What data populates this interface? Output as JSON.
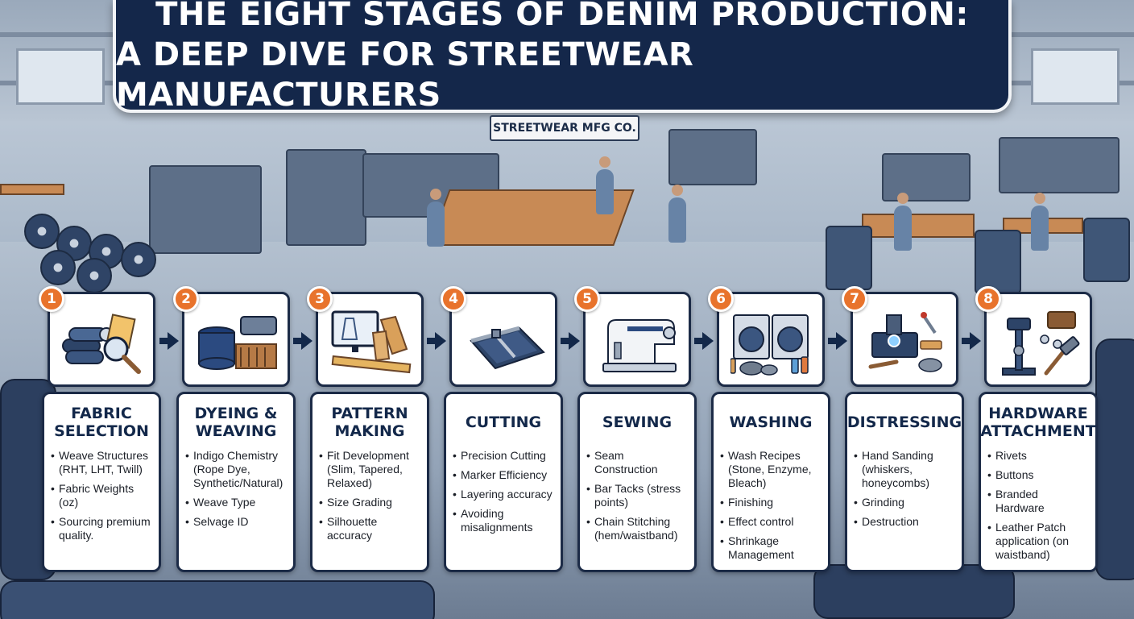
{
  "title": {
    "line1": "The Eight Stages of Denim Production:",
    "line2": "A Deep Dive for Streetwear Manufacturers"
  },
  "company_sign": "STREETWEAR MFG CO.",
  "accent_color": "#e8732c",
  "navy_color": "#13284a",
  "stages": [
    {
      "number": "1",
      "title": "Fabric Selection",
      "icon": "fabric-rolls-magnifier-icon",
      "bullets": [
        "Weave Structures (RHT, LHT, Twill)",
        "Fabric Weights (oz)",
        "Sourcing premium quality."
      ]
    },
    {
      "number": "2",
      "title": "Dyeing & Weaving",
      "icon": "dye-vat-loom-icon",
      "bullets": [
        "Indigo Chemistry (Rope Dye, Synthetic/Natural)",
        "Weave Type",
        "Selvage ID"
      ]
    },
    {
      "number": "3",
      "title": "Pattern Making",
      "icon": "monitor-pattern-icon",
      "bullets": [
        "Fit Development (Slim, Tapered, Relaxed)",
        "Size Grading",
        "Silhouette accuracy"
      ]
    },
    {
      "number": "4",
      "title": "Cutting",
      "icon": "cutting-table-icon",
      "bullets": [
        "Precision Cutting",
        "Marker Efficiency",
        "Layering accuracy",
        "Avoiding misalignments"
      ]
    },
    {
      "number": "5",
      "title": "Sewing",
      "icon": "sewing-machine-icon",
      "bullets": [
        "Seam Construction",
        "Bar Tacks (stress points)",
        "Chain Stitching (hem/waistband)"
      ]
    },
    {
      "number": "6",
      "title": "Washing",
      "icon": "washing-machines-icon",
      "bullets": [
        "Wash Recipes (Stone, Enzyme, Bleach)",
        "Finishing",
        "Effect control",
        "Shrinkage Management"
      ]
    },
    {
      "number": "7",
      "title": "Distressing",
      "icon": "laser-distressing-icon",
      "bullets": [
        "Hand Sanding (whiskers, honeycombs)",
        "Grinding",
        "Destruction"
      ]
    },
    {
      "number": "8",
      "title": "Hardware Attachment",
      "icon": "rivet-press-hammer-icon",
      "bullets": [
        "Rivets",
        "Buttons",
        "Branded Hardware",
        "Leather Patch application (on waistband)"
      ]
    }
  ]
}
